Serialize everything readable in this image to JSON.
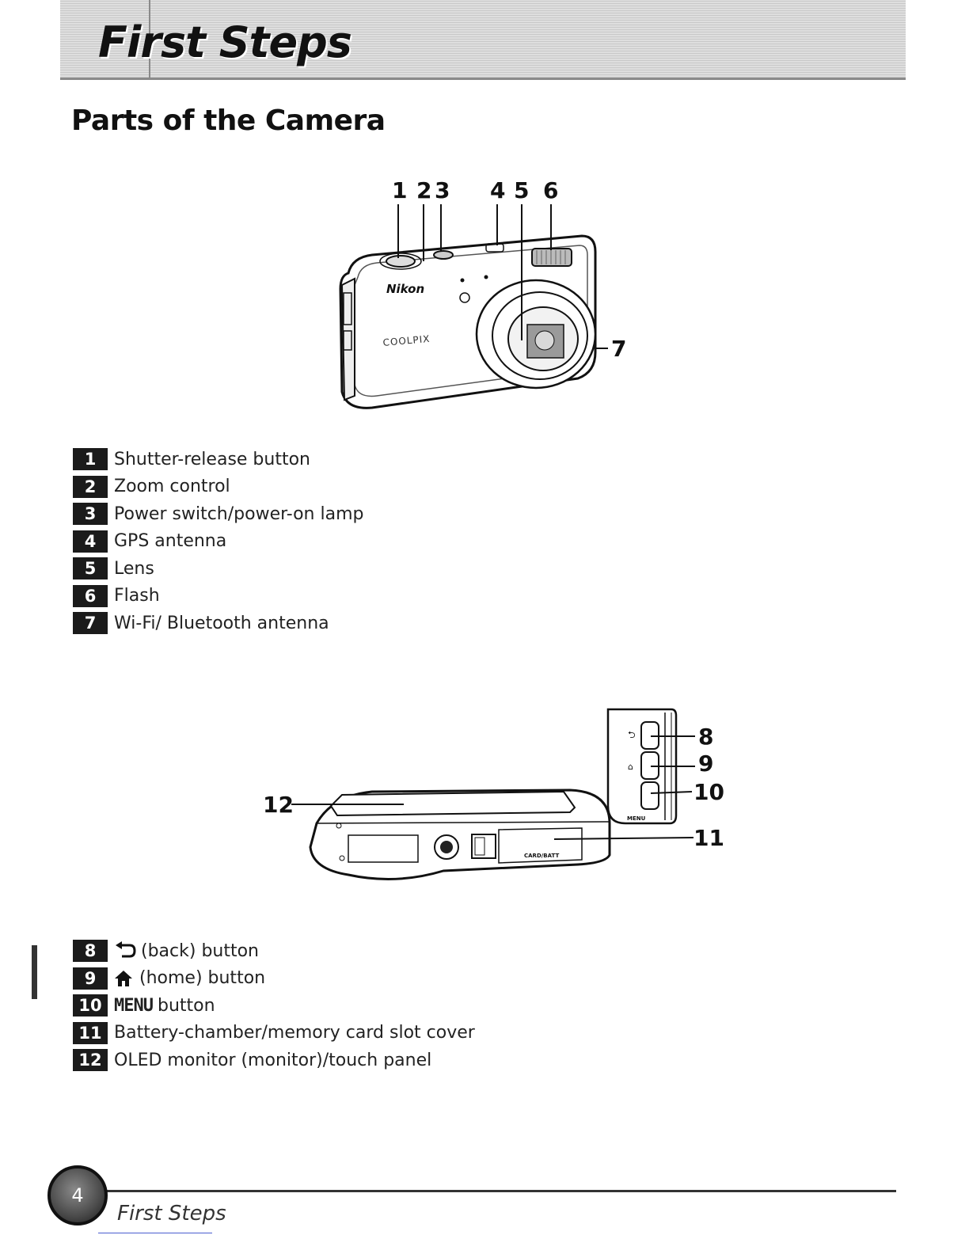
{
  "header": {
    "banner_title": "First Steps"
  },
  "section": {
    "title": "Parts of the Camera"
  },
  "front_diagram": {
    "callouts": [
      "1",
      "2",
      "3",
      "4",
      "5",
      "6",
      "7"
    ],
    "brand": "Nikon",
    "model": "COOLPIX"
  },
  "back_diagram": {
    "callouts": [
      "8",
      "9",
      "10",
      "11",
      "12"
    ],
    "menu_label": "MENU",
    "slot_label": "CARD/BATT"
  },
  "legend_front": [
    {
      "num": "1",
      "text": "Shutter-release button"
    },
    {
      "num": "2",
      "text": "Zoom control"
    },
    {
      "num": "3",
      "text": "Power switch/power-on lamp"
    },
    {
      "num": "4",
      "text": "GPS antenna"
    },
    {
      "num": "5",
      "text": "Lens"
    },
    {
      "num": "6",
      "text": "Flash"
    },
    {
      "num": "7",
      "text": "Wi-Fi/ Bluetooth antenna"
    }
  ],
  "legend_back": [
    {
      "num": "8",
      "icon": "back-arrow-icon",
      "text": "(back) button"
    },
    {
      "num": "9",
      "icon": "home-icon",
      "text": "(home) button"
    },
    {
      "num": "10",
      "prefix": "MENU",
      "text": "button"
    },
    {
      "num": "11",
      "text": "Battery-chamber/memory card slot cover"
    },
    {
      "num": "12",
      "text": "OLED monitor (monitor)/touch panel"
    }
  ],
  "footer": {
    "page_number": "4",
    "section_name": "First Steps"
  }
}
